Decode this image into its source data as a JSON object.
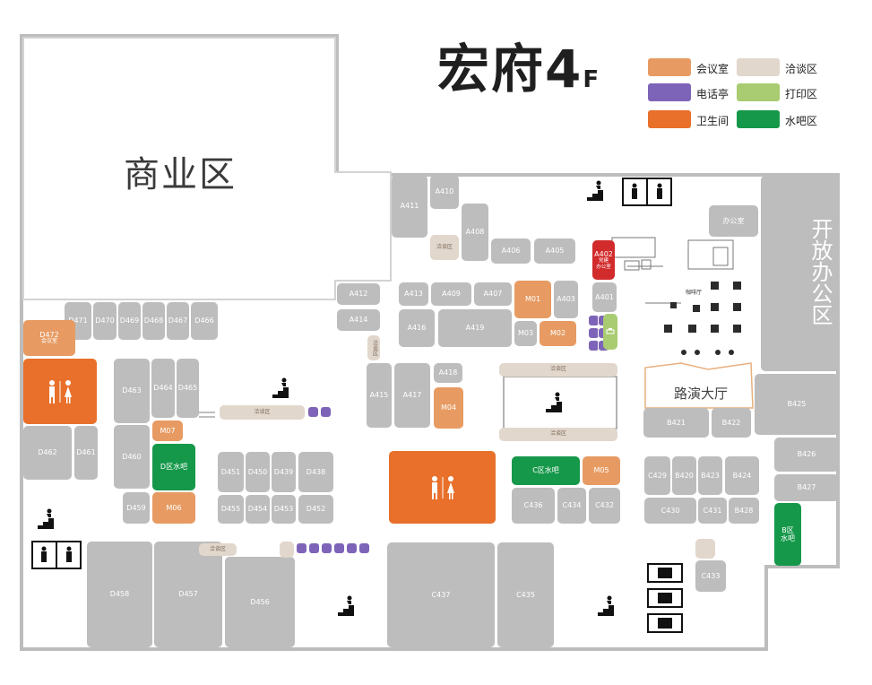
{
  "title": {
    "main": "宏府4",
    "suffix": "F"
  },
  "legend": [
    {
      "label": "会议室",
      "color": "#e79b63"
    },
    {
      "label": "洽谈区",
      "color": "#e2d7cc"
    },
    {
      "label": "电话亭",
      "color": "#7e64b8"
    },
    {
      "label": "打印区",
      "color": "#a9cc72"
    },
    {
      "label": "卫生间",
      "color": "#e8702b"
    },
    {
      "label": "水吧区",
      "color": "#16984a"
    }
  ],
  "zones": {
    "commercial": "商业区",
    "open_office": "开放办公区",
    "roadshow_hall": "路演大厅",
    "cafe": "咖啡厅"
  },
  "rooms": {
    "A411": "A411",
    "A410": "A410",
    "A408": "A408",
    "A406": "A406",
    "A405": "A405",
    "A402": "A402",
    "A402_sub": "党建\n办公室",
    "A412": "A412",
    "A414": "A414",
    "A413": "A413",
    "A409": "A409",
    "A407": "A407",
    "M01": "M01",
    "A403": "A403",
    "A416": "A416",
    "A419": "A419",
    "M03": "M03",
    "M02": "M02",
    "A401": "A401",
    "A415": "A415",
    "A417": "A417",
    "A418": "A418",
    "M04": "M04",
    "D471": "D471",
    "D470": "D470",
    "D469": "D469",
    "D468": "D468",
    "D467": "D467",
    "D466": "D466",
    "D472": "D472",
    "D472_sub": "会议室",
    "D463": "D463",
    "D464": "D464",
    "D465": "D465",
    "D462": "D462",
    "D461": "D461",
    "D460": "D460",
    "M07": "M07",
    "D_water": "D区水吧",
    "D459": "D459",
    "M06": "M06",
    "D451": "D451",
    "D450": "D450",
    "D439": "D439",
    "D438": "D438",
    "D455": "D455",
    "D454": "D454",
    "D453": "D453",
    "D452": "D452",
    "D458": "D458",
    "D457": "D457",
    "D456": "D456",
    "C_water": "C区水吧",
    "M05": "M05",
    "C436": "C436",
    "C434": "C434",
    "C432": "C432",
    "C437": "C437",
    "C435": "C435",
    "office": "办公室",
    "B421": "B421",
    "B422": "B422",
    "B425": "B425",
    "B426": "B426",
    "B427": "B427",
    "C429": "C429",
    "B420": "B420",
    "B423": "B423",
    "B424": "B424",
    "C430": "C430",
    "C431": "C431",
    "B428": "B428",
    "C433": "C433",
    "B_water": "B区\n水吧"
  },
  "negotiation_label": "洽谈区"
}
